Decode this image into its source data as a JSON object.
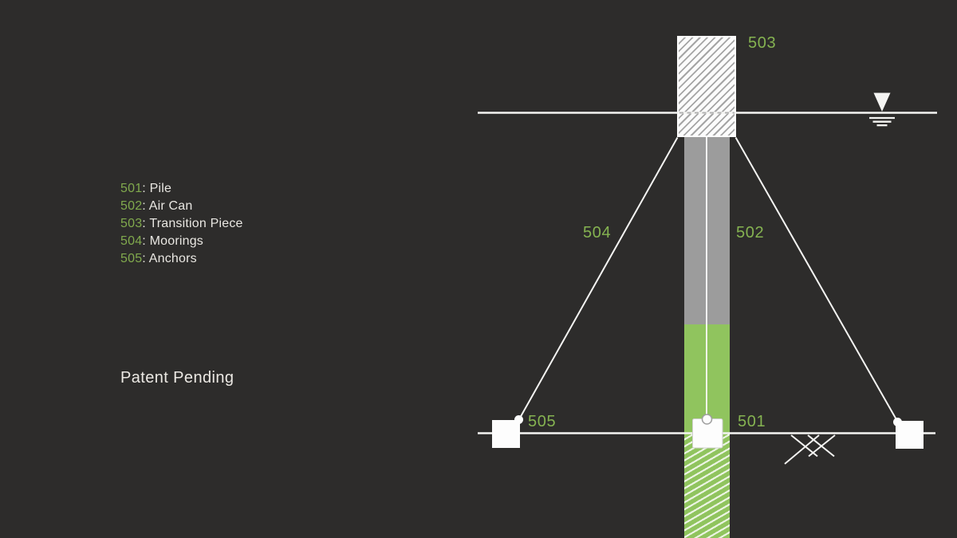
{
  "colors": {
    "background": "#2d2c2b",
    "accent_green_text": "#85b351",
    "pile_green": "#90c45e",
    "air_can_gray": "#9c9c9c",
    "line_white": "#f4f4f2",
    "body_text": "#e9e7e2"
  },
  "legend": {
    "separator": ": ",
    "items": [
      {
        "number": "501",
        "label": "Pile"
      },
      {
        "number": "502",
        "label": "Air Can"
      },
      {
        "number": "503",
        "label": "Transition Piece"
      },
      {
        "number": "504",
        "label": "Moorings"
      },
      {
        "number": "505",
        "label": "Anchors"
      }
    ]
  },
  "footnote": "Patent Pending",
  "diagram": {
    "labels": {
      "transition_piece": "503",
      "air_can": "502",
      "pile": "501",
      "moorings": "504",
      "anchors": "505"
    },
    "icons": {
      "water_level": "water-level-icon",
      "seabed_marks": "seabed-cross-marks-icon"
    }
  }
}
